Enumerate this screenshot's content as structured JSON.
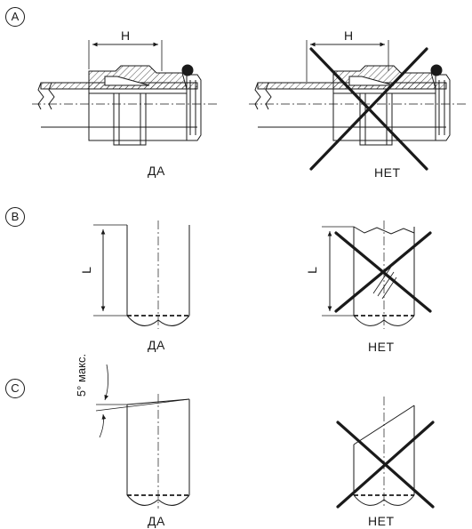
{
  "sections": [
    {
      "label": "A",
      "dimension": "H",
      "ok_caption": "ДА",
      "bad_caption": "НЕТ"
    },
    {
      "label": "B",
      "dimension": "L",
      "ok_caption": "ДА",
      "bad_caption": "НЕТ"
    },
    {
      "label": "C",
      "angle_note": "5° макс.",
      "ok_caption": "ДА",
      "bad_caption": "НЕТ"
    }
  ],
  "colors": {
    "ink": "#1a1a1a",
    "background": "#ffffff"
  },
  "icons": {
    "reject_mark": "cross-out-icon"
  }
}
